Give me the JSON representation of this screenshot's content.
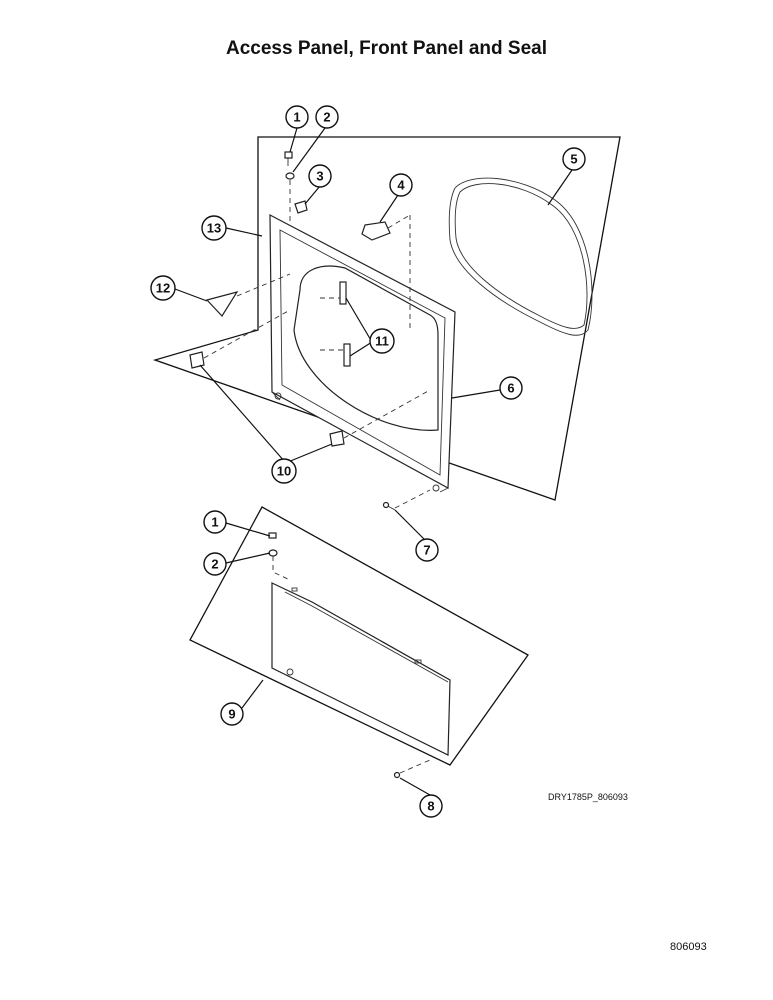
{
  "title": "Access Panel, Front Panel and Seal",
  "drawing_code": "DRY1785P_806093",
  "page_number": "806093",
  "callouts": {
    "c1_top": "1",
    "c2_top": "2",
    "c3": "3",
    "c4": "4",
    "c5": "5",
    "c6": "6",
    "c7": "7",
    "c8": "8",
    "c9": "9",
    "c10": "10",
    "c11": "11",
    "c12": "12",
    "c13": "13",
    "c1_bottom": "1",
    "c2_bottom": "2"
  }
}
